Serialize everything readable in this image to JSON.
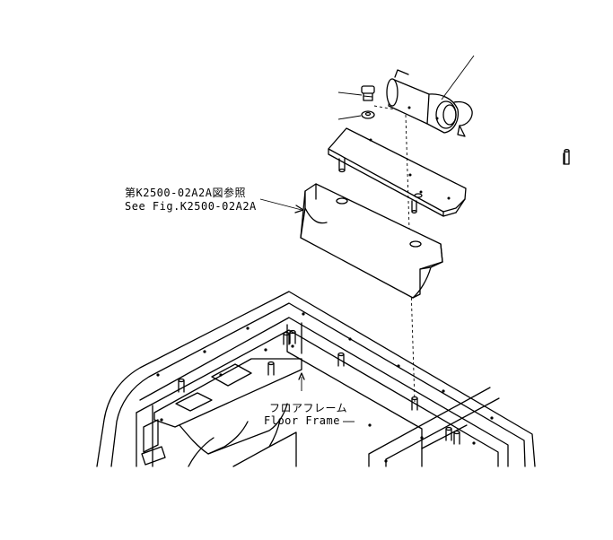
{
  "labels": {
    "reference_ja": "第K2500-02A2A図参照",
    "reference_en": "See Fig.K2500-02A2A",
    "floor_frame_ja": "フロアフレーム",
    "floor_frame_en": "Floor Frame"
  },
  "colors": {
    "line": "#000000",
    "background": "#ffffff"
  }
}
